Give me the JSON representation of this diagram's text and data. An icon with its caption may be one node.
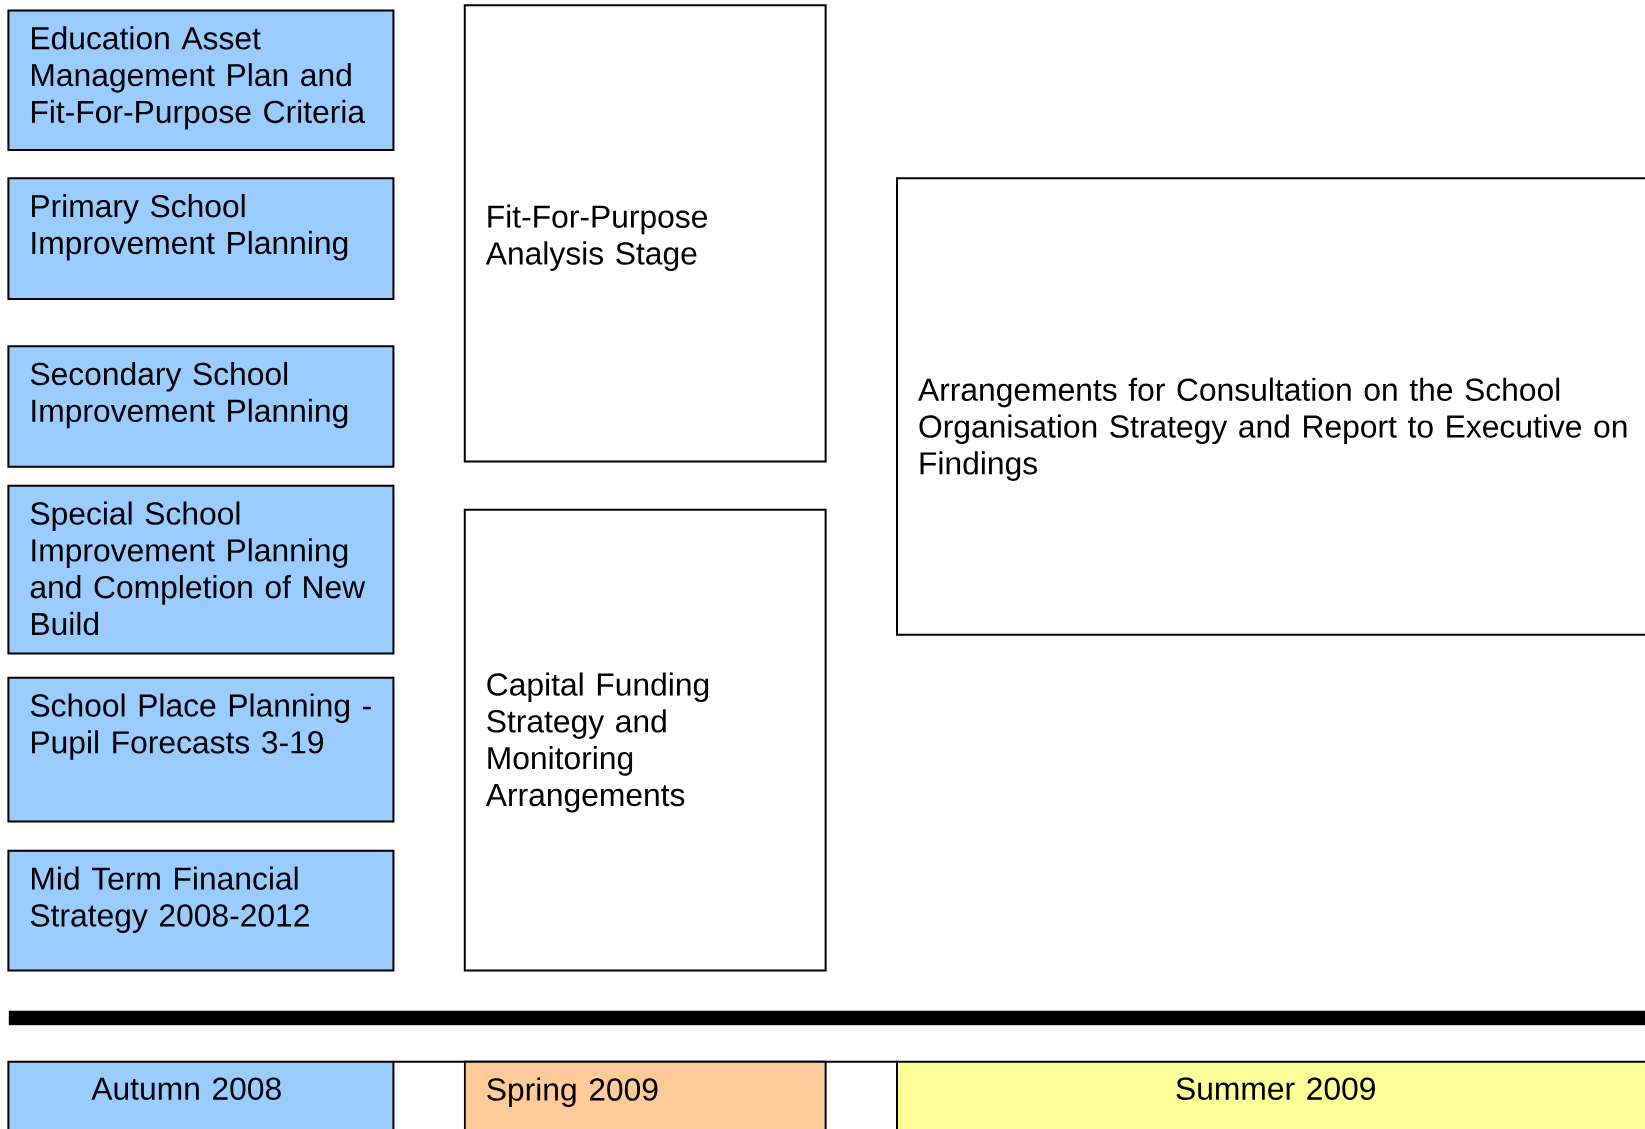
{
  "diagram": {
    "nodes": [
      {
        "text": [
          "Education Asset Management Plan and Fit-For-Purpose Criteria"
        ]
      },
      {
        "text": [
          "Primary School Improvement Planning"
        ]
      },
      {
        "text": [
          "Secondary School Improvement Planning"
        ]
      },
      {
        "text": [
          "Special School Improvement Planning and Completion of New Build"
        ]
      },
      {
        "text": [
          "School Place Planning - Pupil Forecasts 3-19"
        ]
      },
      {
        "text": [
          "Mid Term Financial Strategy 2008-2012"
        ]
      },
      {
        "text": [
          "Fit-For-Purpose Analysis Stage"
        ]
      },
      {
        "text": [
          "Capital Funding Strategy and Monitoring Arrangements"
        ]
      },
      {
        "text": [
          "Arrangements for Consultation on the School Organisation Strategy and Report to Executive on Findings"
        ]
      },
      {
        "text": [],
        "shape": "bar"
      },
      {
        "text": [
          "Autumn 2008"
        ]
      },
      {
        "text": [
          "Spring 2009"
        ]
      },
      {
        "text": [
          "Summer 2009"
        ]
      }
    ]
  }
}
